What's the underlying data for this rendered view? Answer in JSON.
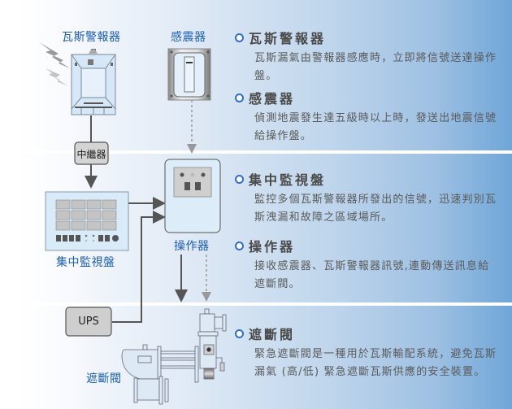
{
  "colors": {
    "accent_blue": "#1d5fae",
    "bullet": "#2f6fc2",
    "title_text": "#4a4a4a",
    "desc_text": "#5a5a5a",
    "gradient_right": "#6fa6d8"
  },
  "diagram": {
    "labels": {
      "gas_alarm": "瓦斯警報器",
      "seismic_sensor": "感震器",
      "relay": "中繼器",
      "central_monitor": "集中監視盤",
      "operator": "操作器",
      "ups": "UPS",
      "shutoff_valve": "遮斷閥"
    }
  },
  "sections": [
    {
      "title": "瓦斯警報器",
      "desc": "瓦斯漏氣由警報器感應時，立即將信號送達操作盤。"
    },
    {
      "title": "感震器",
      "desc": "偵測地震發生達五級時以上時，發送出地震信號給操作盤。"
    },
    {
      "title": "集中監視盤",
      "desc": "監控多個瓦斯警報器所發出的信號，迅速判別瓦斯洩漏和故障之區域場所。"
    },
    {
      "title": "操作器",
      "desc": "接收感震器、瓦斯警報器訊號,連動傳送訊息給遮斷閥。"
    },
    {
      "title": "遮斷閥",
      "desc": "緊急遮斷閥是一種用於瓦斯輸配系統，避免瓦斯漏氣 (高/低) 緊急遮斷瓦斯供應的安全裝置。"
    }
  ]
}
